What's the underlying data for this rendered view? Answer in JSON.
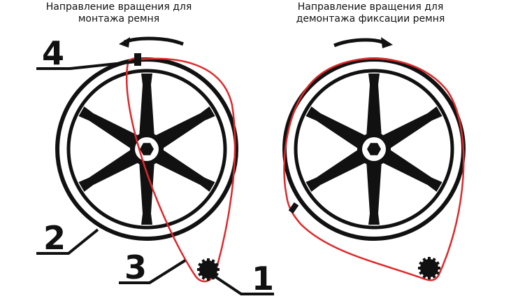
{
  "left_caption": {
    "line1": "Направление вращения для",
    "line2": "монтажа ремня"
  },
  "right_caption": {
    "line1": "Направление вращения для",
    "line2": "демонтажа фиксации ремня"
  },
  "callouts": {
    "n1": "1",
    "n2": "2",
    "n3": "3",
    "n4": "4"
  },
  "colors": {
    "belt": "#e0282a",
    "ink": "#111111",
    "background": "#ffffff"
  },
  "icons": {
    "rotation_left": "arrow-left-curved",
    "rotation_right": "arrow-right-curved"
  }
}
